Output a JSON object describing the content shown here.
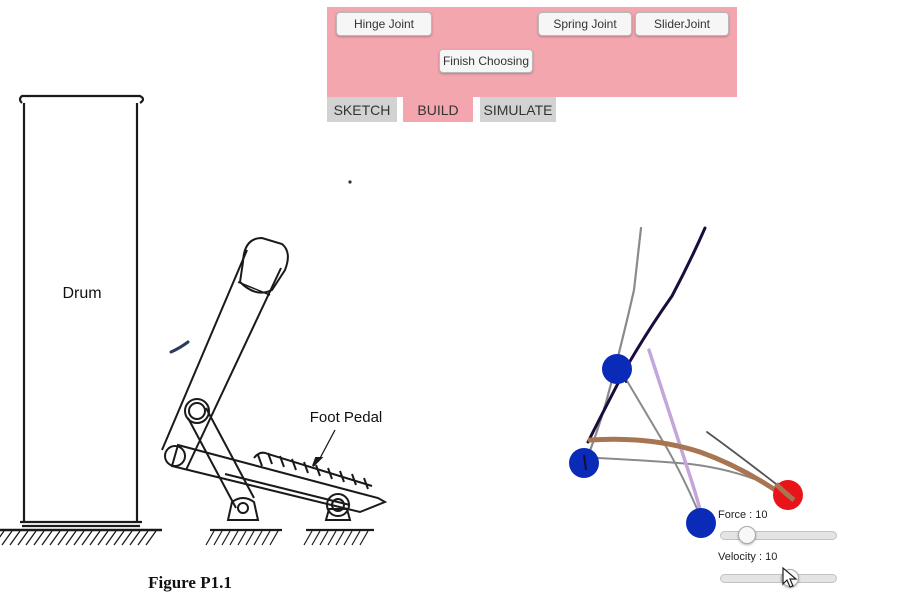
{
  "toolbar": {
    "hinge_label": "Hinge Joint",
    "spring_label": "Spring Joint",
    "slider_label": "SliderJoint",
    "finish_label": "Finish Choosing"
  },
  "tabs": {
    "sketch": "SKETCH",
    "build": "BUILD",
    "simulate": "SIMULATE",
    "active": "build"
  },
  "figure": {
    "drum_label": "Drum",
    "pedal_label": "Foot Pedal",
    "caption": "Figure P1.1"
  },
  "controls": {
    "force_label": "Force : 10",
    "force_value": 10,
    "velocity_label": "Velocity : 10",
    "velocity_value": 10
  },
  "colors": {
    "toolbar_bg": "#f4a6ae",
    "tab_inactive": "#d2d2d2",
    "hinge_blue": "#0a2bb8",
    "anchor_red": "#e8141a",
    "link_brown": "#a87552",
    "link_lavender": "#c5a6dc",
    "stroke_dark": "#1a0c3c"
  }
}
